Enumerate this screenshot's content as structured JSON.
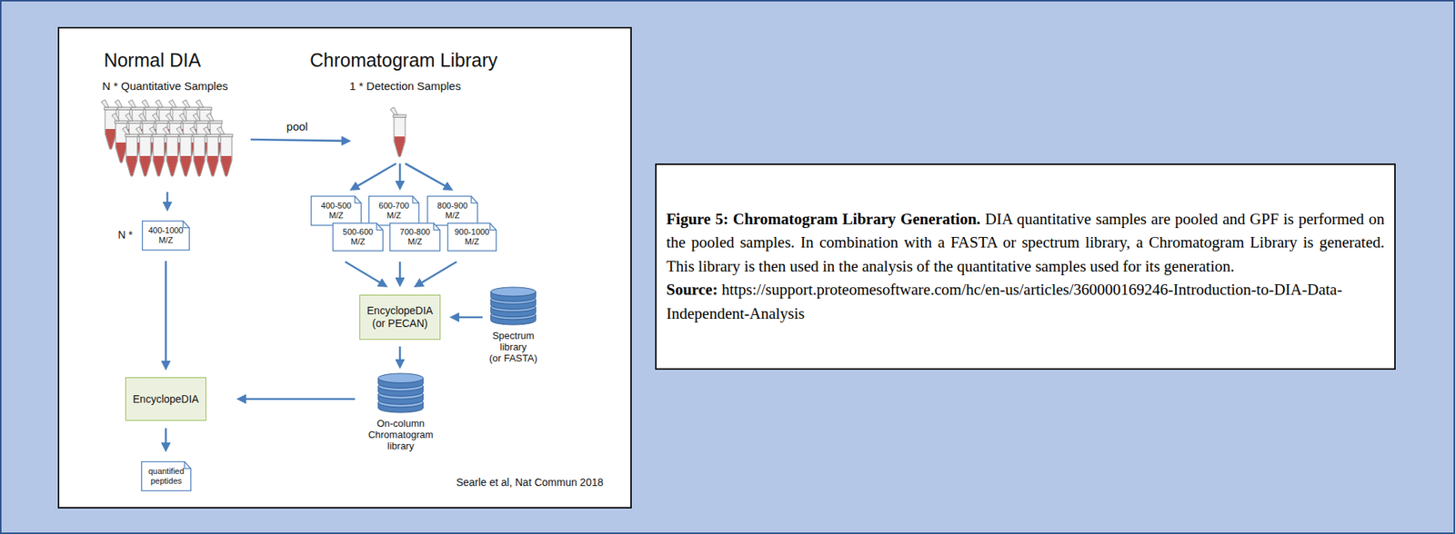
{
  "diagram": {
    "caption": "Figure 5: Chromatogram Library Generation. DIA quantitative samples are pooled and GPF is performed on the pooled samples. In combination with a FASTA or spectrum library, a Chromatogram Library is generated. This library is then used in the analysis of the quantitative samples used for its generation.",
    "nodes": [
      {
        "text": [
          "400-500 M/Z"
        ]
      },
      {
        "text": [
          "600-700 M/Z"
        ]
      },
      {
        "text": [
          "800-900 M/Z"
        ]
      },
      {
        "text": [
          "400-1000 M/Z"
        ]
      },
      {
        "text": [
          "500-600 M/Z"
        ]
      },
      {
        "text": [
          "700-800 M/Z"
        ]
      },
      {
        "text": [
          "900-1000 M/Z"
        ]
      },
      {
        "text": [
          "EncyclopeDIA (or PECAN)"
        ]
      },
      {
        "text": [
          "Spectrum library (or FASTA)"
        ]
      },
      {
        "text": [
          "On-column Chromatogram library"
        ]
      },
      {
        "text": [
          "EncyclopeDIA"
        ]
      },
      {
        "text": [
          "quantified peptides"
        ]
      }
    ],
    "edges": [
      {
        "from": 3,
        "to": 10,
        "arrow": "to"
      },
      {
        "from": 4,
        "to": 7,
        "arrow": "to"
      },
      {
        "from": 5,
        "to": 7,
        "arrow": "to"
      },
      {
        "from": 6,
        "to": 7,
        "arrow": "to"
      },
      {
        "from": 8,
        "to": 7,
        "arrow": "to"
      },
      {
        "from": 7,
        "to": 9,
        "arrow": "to"
      },
      {
        "from": 9,
        "to": 10,
        "arrow": "to"
      },
      {
        "from": 10,
        "to": 11,
        "arrow": "to"
      }
    ],
    "labels": [
      "Normal DIA",
      "N * Quantitative Samples",
      "Chromatogram Library",
      "1 * Detection Samples",
      "pool",
      "N *",
      "Searle et al, Nat Commun 2018",
      "Source: https://support.proteomesoftware.com/hc/en-us/articles/360000169246-Introduction-to-DIA-Data-Independent-Analysis"
    ]
  }
}
